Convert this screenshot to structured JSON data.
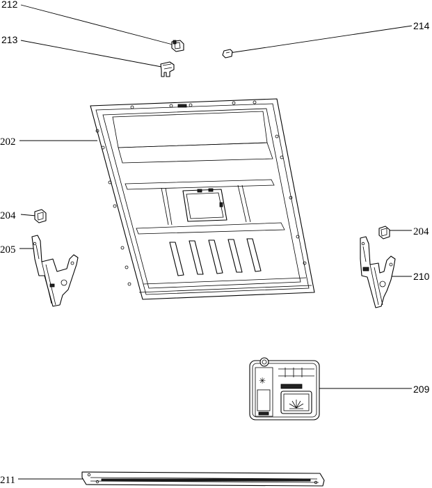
{
  "labels": {
    "p212": "212",
    "p213": "213",
    "p214": "214",
    "p202": "202",
    "p204_left": "204",
    "p204_right": "204",
    "p205": "205",
    "p210": "210",
    "p209": "209",
    "p211": "211"
  }
}
